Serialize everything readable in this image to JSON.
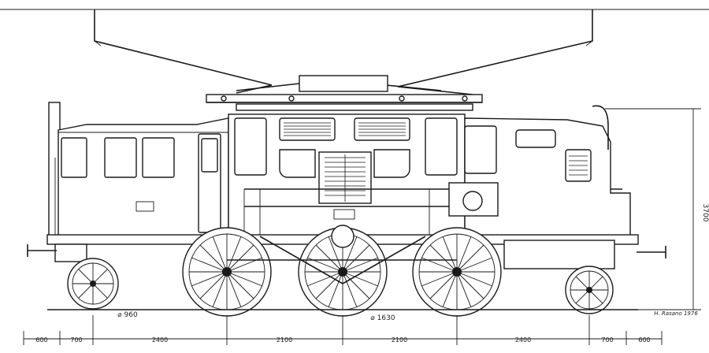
{
  "drawing": {
    "subject": "electric locomotive side elevation",
    "signature": "H. Rasano 1976",
    "dimensions": {
      "height_label": "3700",
      "wheel_diameter_small": "⌀ 960",
      "wheel_diameter_large": "⌀ 1630",
      "spacing": [
        "600",
        "700",
        "2400",
        "2100",
        "2100",
        "2400",
        "700",
        "600"
      ]
    }
  }
}
